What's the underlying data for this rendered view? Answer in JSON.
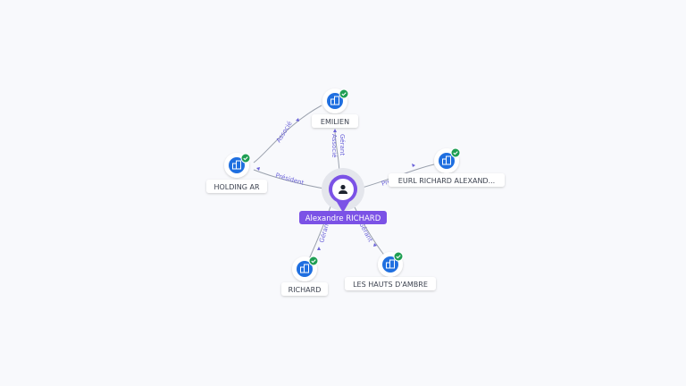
{
  "diagram": {
    "center": {
      "label": "Alexandre RICHARD",
      "icon": "person-icon",
      "color": "#7b52e6"
    },
    "colors": {
      "company_icon": "#1f6fe0",
      "verified_badge": "#1e9e53",
      "edge_label": "#6b63d9",
      "edge_line": "#9aa1ad"
    },
    "nodes": [
      {
        "id": "emilien",
        "label": "EMILIEN",
        "icon": "building-icon",
        "verified": true
      },
      {
        "id": "holding-ar",
        "label": "HOLDING AR",
        "icon": "building-icon",
        "verified": true
      },
      {
        "id": "eurl-richard-alexandre",
        "label": "EURL RICHARD ALEXAND...",
        "icon": "building-icon",
        "verified": true
      },
      {
        "id": "richard",
        "label": "RICHARD",
        "icon": "building-icon",
        "verified": true
      },
      {
        "id": "les-hauts-dambre",
        "label": "LES HAUTS D'AMBRE",
        "icon": "building-icon",
        "verified": true
      }
    ],
    "edges": [
      {
        "from": "center",
        "to": "emilien",
        "labels": [
          "Gérant",
          "Associé"
        ]
      },
      {
        "from": "center",
        "to": "holding-ar",
        "labels": [
          "Président"
        ]
      },
      {
        "from": "center",
        "to": "eurl-richard-alexandre",
        "labels": [
          "Président"
        ]
      },
      {
        "from": "center",
        "to": "richard",
        "labels": [
          "Gérant"
        ]
      },
      {
        "from": "center",
        "to": "les-hauts-dambre",
        "labels": [
          "Gérant"
        ]
      },
      {
        "from": "holding-ar",
        "to": "emilien",
        "labels": [
          "Associé"
        ]
      }
    ]
  }
}
